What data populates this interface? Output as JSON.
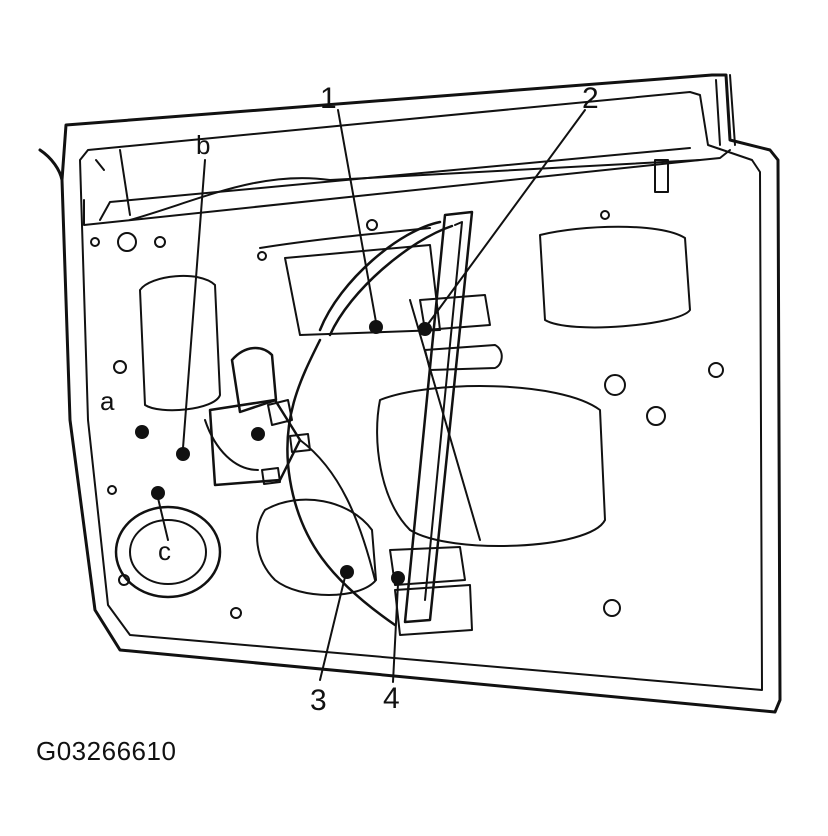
{
  "figure_code": "G03266610",
  "callouts": {
    "n1": "1",
    "n2": "2",
    "n3": "3",
    "n4": "4",
    "a": "a",
    "b": "b",
    "c": "c"
  },
  "colors": {
    "line": "#111111",
    "background": "#ffffff"
  }
}
